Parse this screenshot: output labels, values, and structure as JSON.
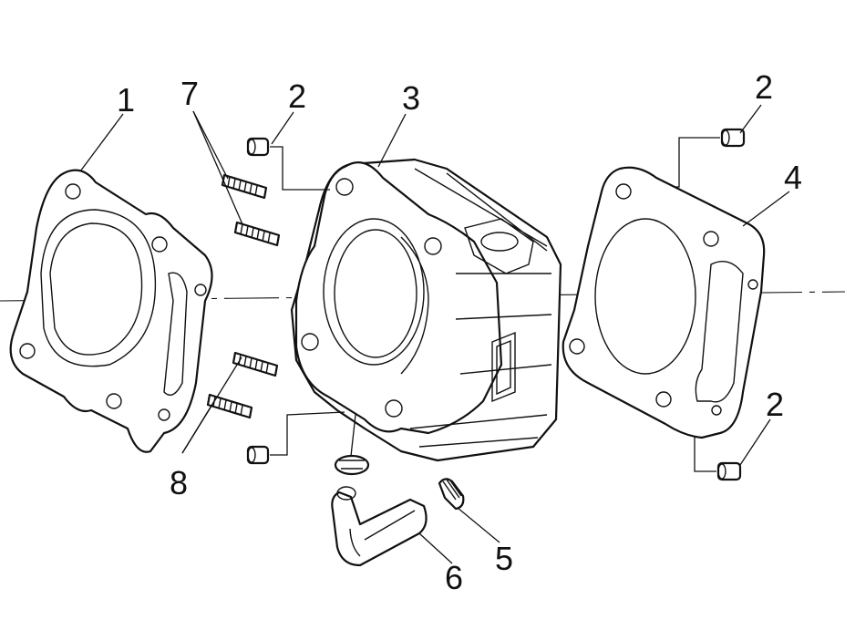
{
  "callouts": {
    "c1": "1",
    "c2a": "2",
    "c2b": "2",
    "c2c": "2",
    "c3": "3",
    "c4": "4",
    "c5": "5",
    "c6": "6",
    "c7": "7",
    "c8": "8"
  },
  "colors": {
    "ink": "#111111",
    "background": "#ffffff"
  }
}
